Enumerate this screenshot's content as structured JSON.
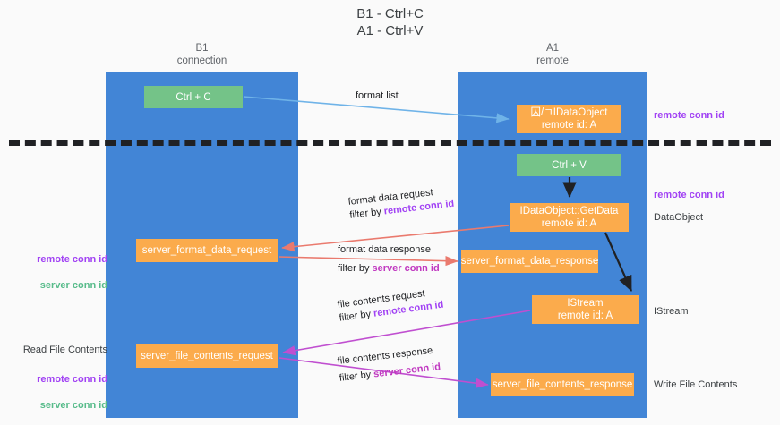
{
  "title": "B1 - Ctrl+C\nA1 - Ctrl+V",
  "lanes": {
    "b1": {
      "title": "B1\nconnection"
    },
    "a1": {
      "title": "A1\nremote"
    }
  },
  "boxes": {
    "ctrl_c": "Ctrl + C",
    "idataobject": "囚/ㄱIDataObject\nremote id: A",
    "ctrl_v": "Ctrl + V",
    "getdata": "IDataObject::GetData\nremote id: A",
    "server_format_data_request": "server_format_data_request",
    "server_format_data_response": "server_format_data_response",
    "istream": "IStream\nremote id: A",
    "server_file_contents_request": "server_file_contents_request",
    "server_file_contents_response": "server_file_contents_response"
  },
  "arrow_labels": {
    "format_list": "format list",
    "format_data_request": "format data request",
    "format_data_request_filter_prefix": "filter by ",
    "format_data_request_filter_key": "remote conn id",
    "format_data_response": "format data response",
    "format_data_response_filter_prefix": "filter by ",
    "format_data_response_filter_key": "server conn id",
    "file_contents_request": "file contents request",
    "file_contents_request_filter_prefix": "filter by ",
    "file_contents_request_filter_key": "remote conn id",
    "file_contents_response": "file contents response",
    "file_contents_response_filter_prefix": "filter by ",
    "file_contents_response_filter_key": "server conn id"
  },
  "annotations": {
    "left_remote_conn_id": "remote conn id",
    "left_server_conn_id": "server conn id",
    "read_file_contents": "Read File Contents",
    "left2_remote_conn_id": "remote conn id",
    "left2_server_conn_id": "server conn id",
    "right_remote_conn_id_1": "remote conn id",
    "right_remote_conn_id_2": "remote conn id",
    "dataobject": "DataObject",
    "istream": "IStream",
    "write_file_contents": "Write File Contents"
  },
  "colors": {
    "lane": "#4285d6",
    "green_box": "#74c388",
    "orange_box": "#fbab4c",
    "arrow_format_list": "#6fb3e8",
    "arrow_format_data": "#ea7a6e",
    "arrow_file_contents": "#c04fd0",
    "arrow_black": "#202124",
    "key_remote": "#a142f4",
    "key_server": "#c038c0",
    "annotation_green": "#57bb8a"
  }
}
